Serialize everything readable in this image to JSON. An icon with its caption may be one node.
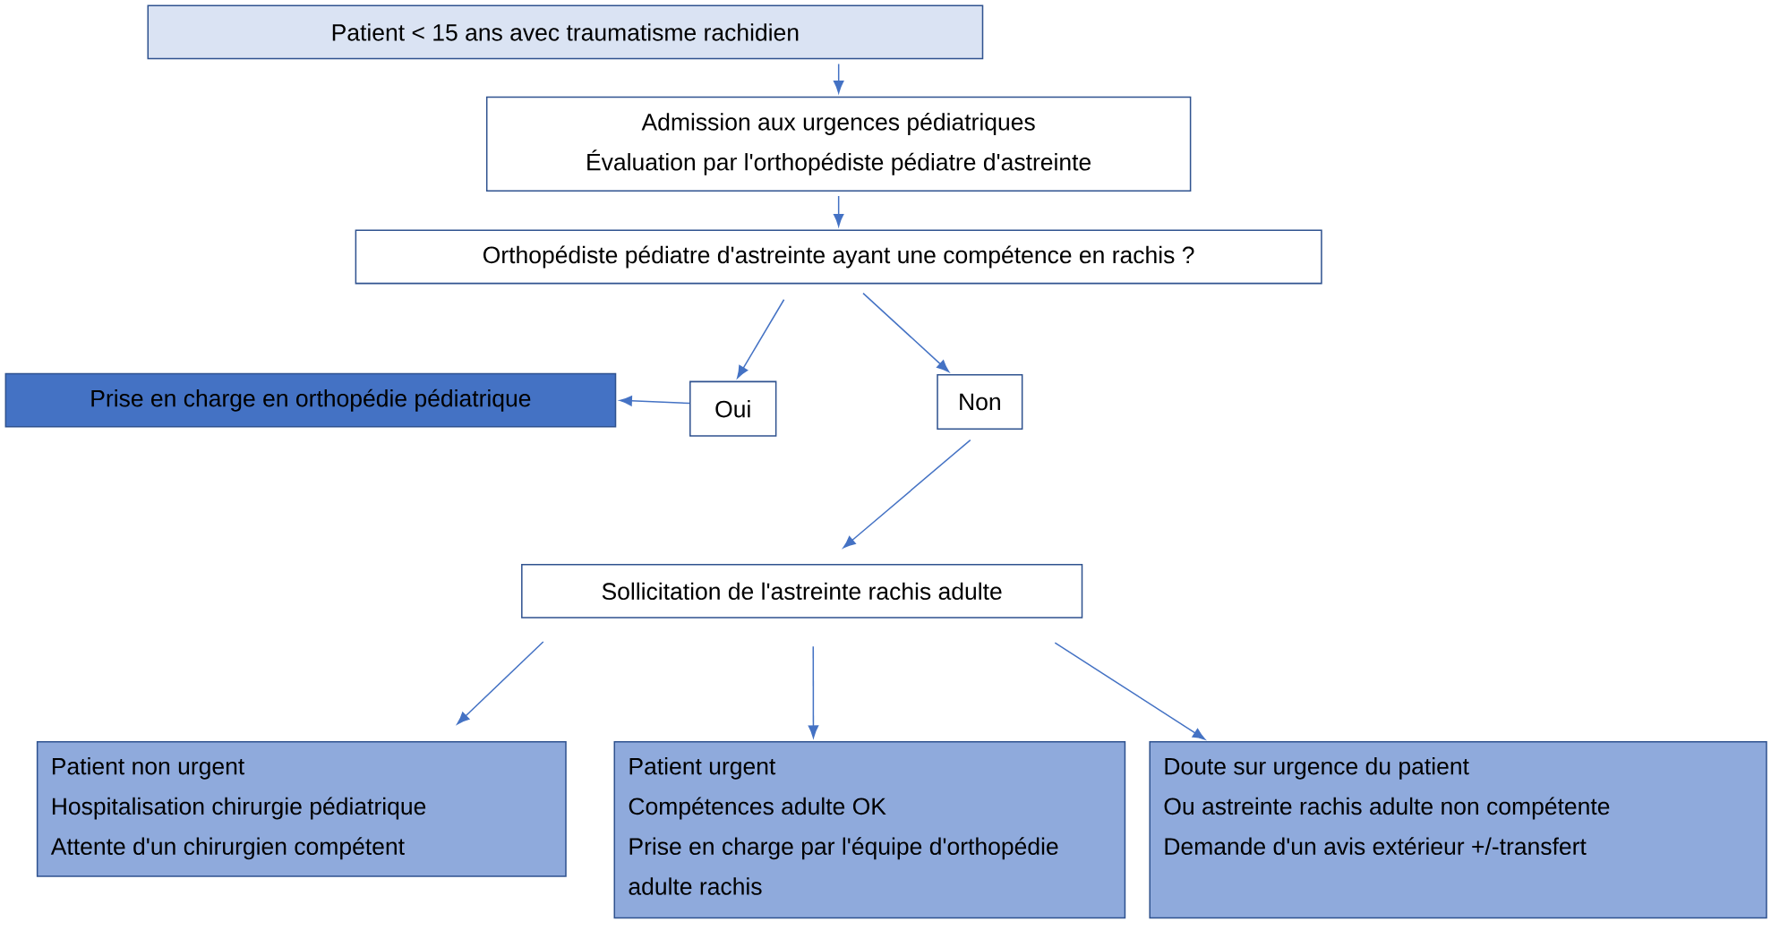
{
  "diagram": {
    "nodes": [
      {
        "text": [
          "Patient < 15 ans avec traumatisme rachidien"
        ]
      },
      {
        "text": [
          "Admission aux urgences pédiatriques",
          "Évaluation par l'orthopédiste pédiatre d'astreinte"
        ]
      },
      {
        "text": [
          "Orthopédiste pédiatre d'astreinte ayant une compétence en rachis ?"
        ]
      },
      {
        "text": [
          "Prise en charge en orthopédie pédiatrique"
        ]
      },
      {
        "text": [
          "Oui"
        ]
      },
      {
        "text": [
          "Non"
        ]
      },
      {
        "text": [
          "Sollicitation de l'astreinte rachis adulte"
        ]
      },
      {
        "text": [
          "Patient non urgent",
          "Hospitalisation chirurgie pédiatrique",
          "Attente d'un chirurgien compétent"
        ]
      },
      {
        "text": [
          "Patient urgent",
          "Compétences adulte OK",
          "Prise en charge par l'équipe d'orthopédie adulte rachis"
        ]
      },
      {
        "text": [
          "Doute sur urgence du patient",
          "Ou astreinte rachis adulte non compétente",
          "Demande d'un avis extérieur +/-transfert"
        ]
      }
    ],
    "edges": [
      {
        "from": 0,
        "to": 1,
        "arrow": "to"
      },
      {
        "from": 1,
        "to": 2,
        "arrow": "to"
      },
      {
        "from": 2,
        "to": 4,
        "arrow": "to"
      },
      {
        "from": 2,
        "to": 5,
        "arrow": "to"
      },
      {
        "from": 4,
        "to": 3,
        "arrow": "to"
      },
      {
        "from": 5,
        "to": 6,
        "arrow": "to"
      },
      {
        "from": 6,
        "to": 7,
        "arrow": "to"
      },
      {
        "from": 6,
        "to": 8,
        "arrow": "to"
      },
      {
        "from": 6,
        "to": 9,
        "arrow": "to"
      }
    ]
  }
}
